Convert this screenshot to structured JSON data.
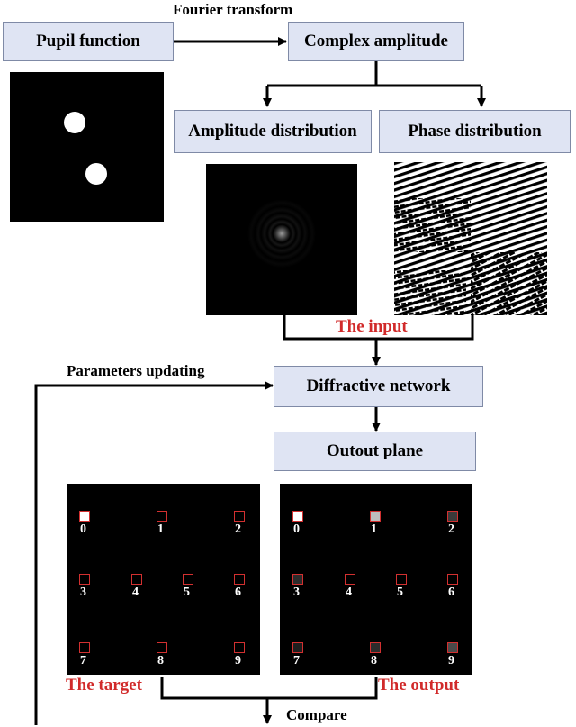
{
  "boxes": {
    "pupil": "Pupil function",
    "complex": "Complex amplitude",
    "amplitude": "Amplitude distribution",
    "phase": "Phase distribution",
    "diffractive": "Diffractive network",
    "output_plane": "Outout plane"
  },
  "labels": {
    "fourier": "Fourier transform",
    "input": "The input",
    "params": "Parameters updating",
    "target": "The target",
    "output": "The output",
    "compare": "Compare"
  },
  "detectors": [
    "0",
    "1",
    "2",
    "3",
    "4",
    "5",
    "6",
    "7",
    "8",
    "9"
  ],
  "colors": {
    "box_fill": "#dfe4f3",
    "box_border": "#7f8aa6",
    "red_label": "#d12a2a",
    "detector_outline": "#d23030"
  }
}
